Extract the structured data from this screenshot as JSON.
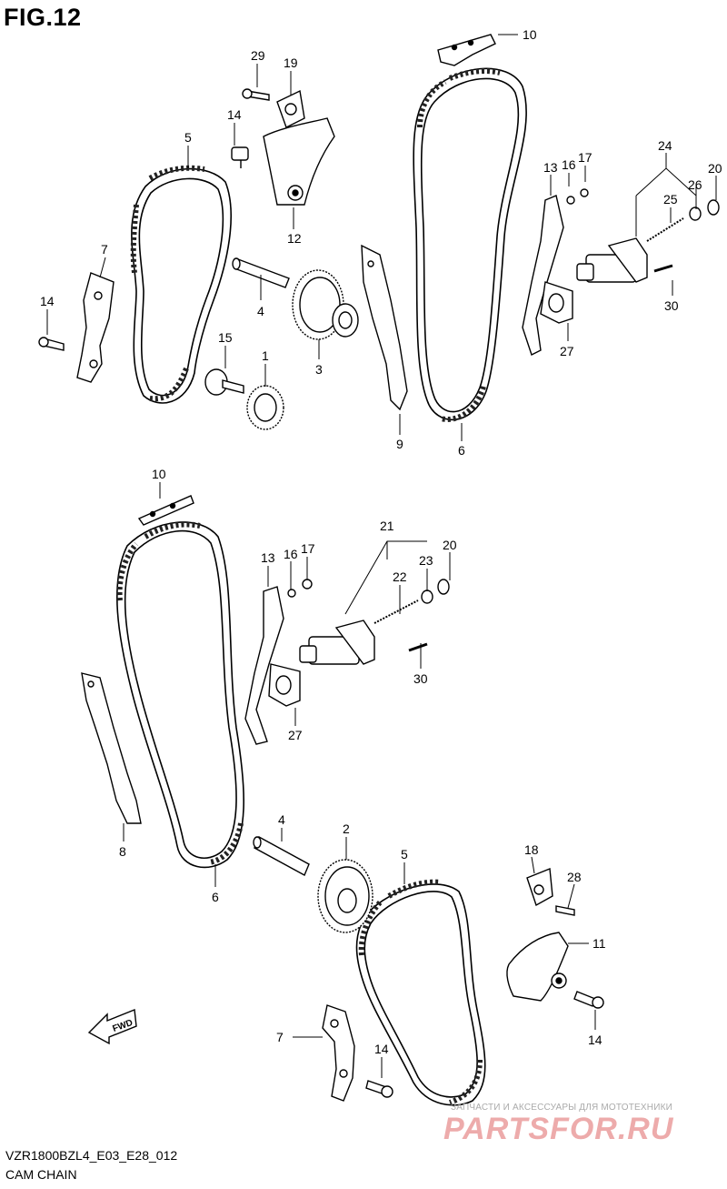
{
  "figure_title": "FIG.12",
  "diagram_code": "VZR1800BZL4_E03_E28_012",
  "diagram_name": "CAM CHAIN",
  "fwd_label": "FWD",
  "watermark": {
    "subtitle": "ЗАПЧАСТИ И АКСЕССУАРЫ ДЛЯ МОТОТЕХНИКИ",
    "logo": "PARTSFOR.RU"
  },
  "callouts": {
    "c29": "29",
    "c19": "19",
    "c14a": "14",
    "c12": "12",
    "c5a": "5",
    "c7a": "7",
    "c14b": "14",
    "c4a": "4",
    "c3": "3",
    "c15": "15",
    "c1": "1",
    "c10a": "10",
    "c9": "9",
    "c6a": "6",
    "c13a": "13",
    "c16a": "16",
    "c17a": "17",
    "c24": "24",
    "c20a": "20",
    "c25": "25",
    "c26": "26",
    "c30a": "30",
    "c27a": "27",
    "c10b": "10",
    "c13b": "13",
    "c16b": "16",
    "c17b": "17",
    "c21": "21",
    "c20b": "20",
    "c22": "22",
    "c23": "23",
    "c30b": "30",
    "c27b": "27",
    "c8": "8",
    "c6b": "6",
    "c4b": "4",
    "c2": "2",
    "c5b": "5",
    "c18": "18",
    "c28": "28",
    "c11": "11",
    "c14c": "14",
    "c7b": "7",
    "c14d": "14"
  }
}
